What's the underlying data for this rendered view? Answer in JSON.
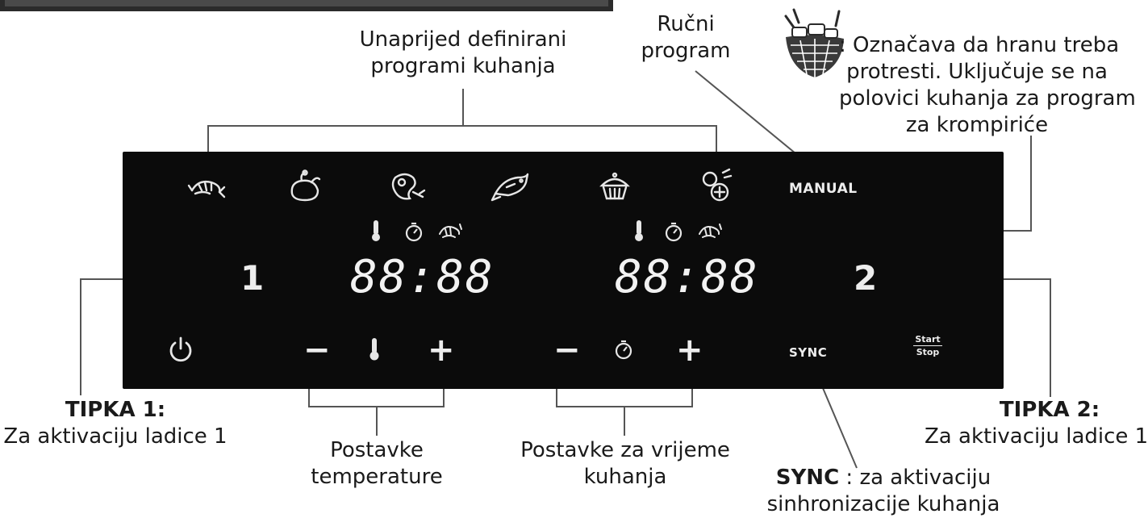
{
  "labels": {
    "presets_line1": "Unaprijed definirani",
    "presets_line2": "programi kuhanja",
    "manual_line1": "Ručni",
    "manual_line2": "program",
    "shake_line1": ": Označava da hranu treba",
    "shake_line2": "protresti. Uključuje se na",
    "shake_line3": "polovici kuhanja za program",
    "shake_line4": "za krompiriće",
    "key1_title": "TIPKA 1:",
    "key1_desc": "Za aktivaciju ladice 1",
    "key2_title": "TIPKA 2:",
    "key2_desc": "Za aktivaciju ladice 1",
    "temp_line1": "Postavke",
    "temp_line2": "temperature",
    "time_line1": "Postavke za vrijeme",
    "time_line2": "kuhanja",
    "sync_bold": "SYNC",
    "sync_line1": " : za aktivaciju",
    "sync_line2": "sinhronizacije kuhanja"
  },
  "panel": {
    "manual": "MANUAL",
    "zone1": "1",
    "zone2": "2",
    "display1": "88:88",
    "display2": "88:88",
    "minus": "−",
    "plus": "+",
    "sync": "SYNC",
    "start": "Start",
    "stop": "Stop"
  },
  "icons": {
    "presets": [
      "shrimp-icon",
      "chicken-icon",
      "steak-icon",
      "fish-icon",
      "cake-icon",
      "vegetables-icon"
    ],
    "indicators": [
      "thermometer-icon",
      "timer-icon",
      "shake-icon"
    ],
    "shake_legend": "shake-basket-icon",
    "power": "power-icon"
  },
  "colors": {
    "panel": "#0b0b0b",
    "panel_text": "#ededed",
    "leader": "#555555"
  }
}
